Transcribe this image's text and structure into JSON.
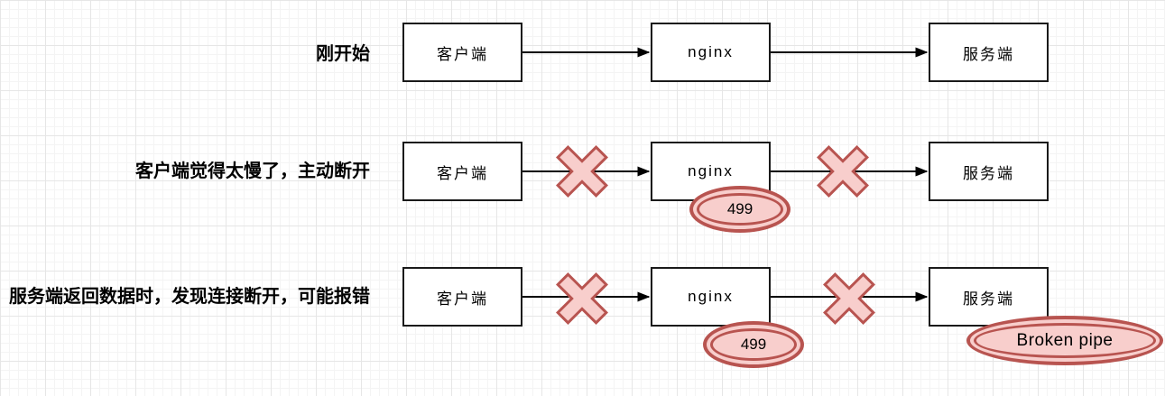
{
  "diagram": {
    "title_note": "nginx 499 flow diagram",
    "colors": {
      "error_fill": "#f8cecc",
      "error_stroke": "#b85450",
      "box_border": "#1a1a1a",
      "arrow": "#000000",
      "grid_line": "#e6e6e6"
    },
    "rows": [
      {
        "label": "刚开始",
        "client": "客户端",
        "proxy": "nginx",
        "server": "服务端"
      },
      {
        "label": "客户端觉得太慢了，主动断开",
        "client": "客户端",
        "proxy": "nginx",
        "server": "服务端",
        "proxy_badge": "499"
      },
      {
        "label": "服务端返回数据时，发现连接断开，可能报错",
        "client": "客户端",
        "proxy": "nginx",
        "server": "服务端",
        "proxy_badge": "499",
        "server_badge": "Broken pipe"
      }
    ]
  }
}
